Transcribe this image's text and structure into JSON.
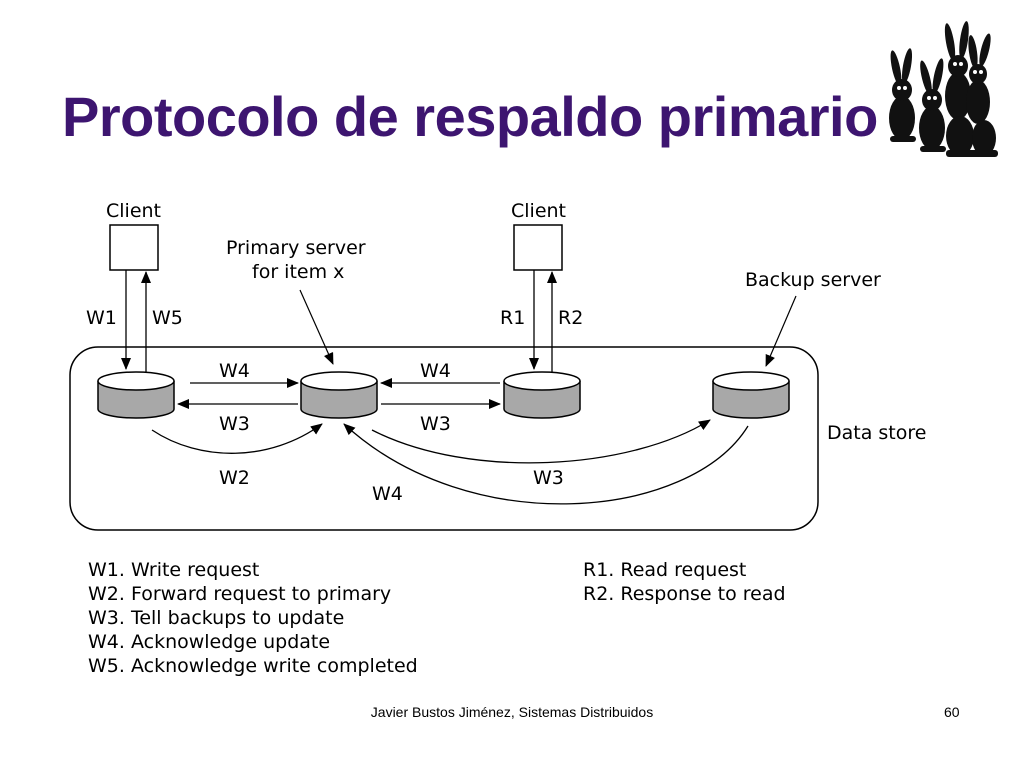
{
  "slide": {
    "title": "Protocolo de respaldo primario",
    "footer": "Javier Bustos Jiménez, Sistemas Distribuidos",
    "page_number": "60",
    "logo_icon": "rabbits-group-icon"
  },
  "diagram": {
    "client_left": "Client",
    "client_right": "Client",
    "primary_label_line1": "Primary server",
    "primary_label_line2": "for item x",
    "backup_label": "Backup server",
    "data_store_label": "Data store",
    "edges": {
      "w1": "W1",
      "w5": "W5",
      "r1": "R1",
      "r2": "R2",
      "w4_left": "W4",
      "w3_left": "W3",
      "w4_right": "W4",
      "w3_right": "W3",
      "w2": "W2",
      "w3_curve": "W3",
      "w4_curve": "W4"
    }
  },
  "legend": {
    "write_steps": [
      "W1. Write request",
      "W2. Forward request to primary",
      "W3. Tell backups to update",
      "W4. Acknowledge update",
      "W5. Acknowledge write completed"
    ],
    "read_steps": [
      "R1. Read request",
      "R2. Response to read"
    ]
  }
}
